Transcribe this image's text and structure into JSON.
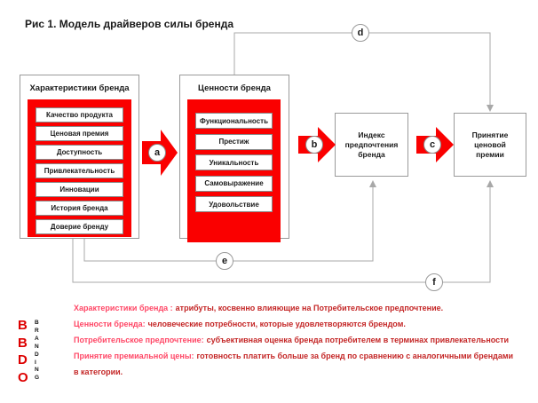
{
  "title": "Рис 1. Модель драйверов силы бренда",
  "left_panel": {
    "header": "Характеристики бренда",
    "items": [
      "Качество продукта",
      "Ценовая премия",
      "Доступность",
      "Привлекательность",
      "Инновации",
      "История бренда",
      "Доверие бренду"
    ]
  },
  "middle_panel": {
    "header": "Ценности бренда",
    "items": [
      "Функциональность",
      "Престиж",
      "Уникальность",
      "Самовыражение",
      "Удовольствие"
    ]
  },
  "index_box": "Индекс предпочтения бренда",
  "premium_box": "Принятие ценовой премии",
  "connectors": {
    "a": "a",
    "b": "b",
    "c": "c",
    "d": "d",
    "e": "e",
    "f": "f"
  },
  "footnotes": [
    {
      "lead": "Характеристики бренда :",
      "body": "атрибуты,  косвенно  влияющие  на  Потребительское  предпочтение."
    },
    {
      "lead": "Ценности бренда:",
      "body": "человеческие  потребности,  которые  удовлетворяются  брендом."
    },
    {
      "lead": "Потребительское предпочтение:",
      "body": "субъективная  оценка  бренда  потребителем  в  терминах  привлекательности"
    },
    {
      "lead": "Принятие премиальной цены:",
      "body": "готовность  платить  больше  за  бренд  по  сравнению  с  аналогичными  брендами"
    },
    {
      "lead": "",
      "body": "в категории."
    }
  ],
  "logo": {
    "main": "BBDO",
    "sub": "BRANDING"
  },
  "colors": {
    "accent_red": "#FA0000",
    "footnote_lead_red": "#FF4766",
    "footnote_body_red": "#C42626",
    "line_gray": "#A8A8A8",
    "logo_red": "#DD0000"
  }
}
